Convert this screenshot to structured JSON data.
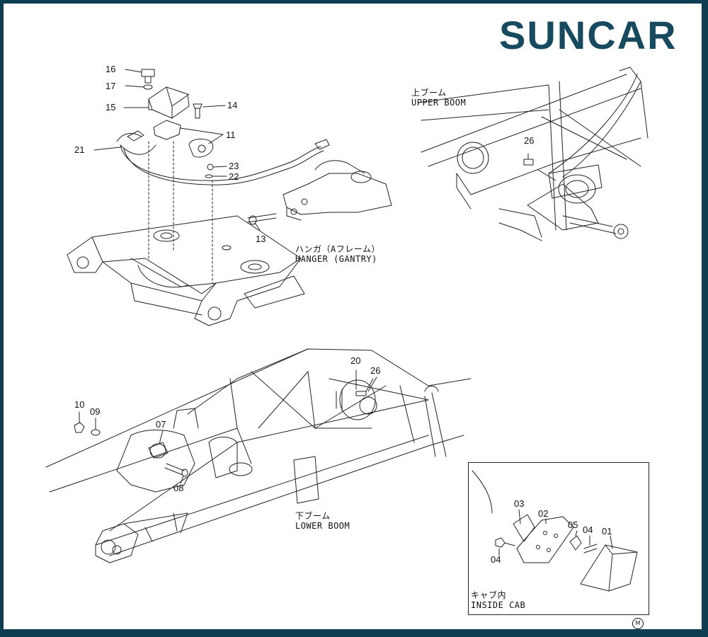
{
  "brand": {
    "name": "SUNCAR",
    "color": "#17495f",
    "accent": "#1aa0c8"
  },
  "labels": {
    "p16": "16",
    "p17": "17",
    "p15": "15",
    "p14": "14",
    "p11": "11",
    "p21": "21",
    "p23": "23",
    "p22": "22",
    "p13": "13",
    "p26a": "26",
    "p20": "20",
    "p26b": "26",
    "p10": "10",
    "p09": "09",
    "p07": "07",
    "p08": "08",
    "p03": "03",
    "p02": "02",
    "p05": "05",
    "p04a": "04",
    "p01": "01",
    "p04b": "04"
  },
  "captions": {
    "upper_boom_jp": "上ブーム",
    "upper_boom_en": "UPPER BOOM",
    "hanger_jp": "ハンガ（Aフレーム）",
    "hanger_en": "HANGER (GANTRY)",
    "lower_boom_jp": "下ブーム",
    "lower_boom_en": "LOWER BOOM",
    "cab_jp": "キャブ内",
    "cab_en": "INSIDE CAB"
  },
  "footer_mark": "M"
}
